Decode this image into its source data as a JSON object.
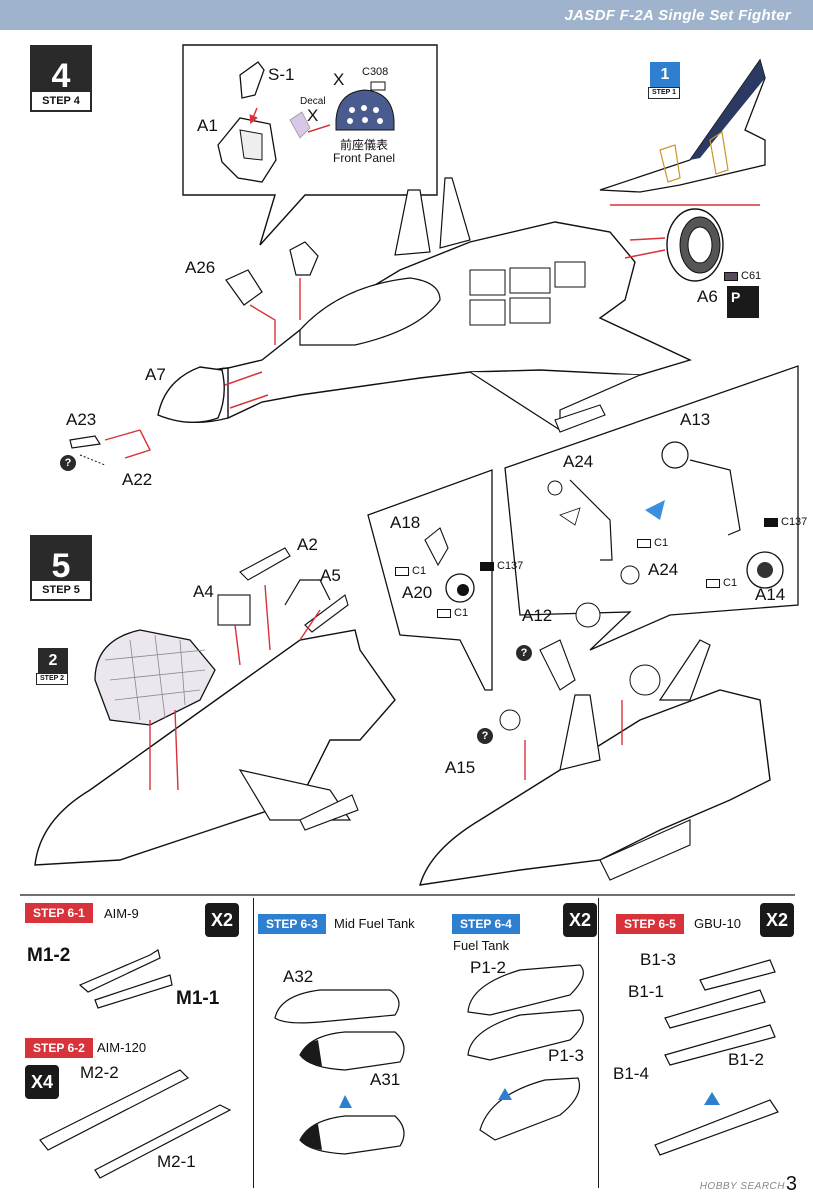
{
  "header": {
    "title": "JASDF F-2A Single Set Fighter"
  },
  "step4": {
    "number": "4",
    "label": "STEP 4",
    "callout": {
      "part_s1": "S-1",
      "part_a1": "A1",
      "decal_label": "Decal",
      "x_mark": "X",
      "decal_code": "C308",
      "panel_jp": "前座儀表",
      "panel_en": "Front Panel"
    },
    "ref_step": {
      "number": "1",
      "label": "STEP 1"
    },
    "parts": {
      "a26": "A26",
      "a7": "A7",
      "a23": "A23",
      "a22": "A22",
      "a6": "A6"
    },
    "color_c61": "C61",
    "paint_icon": "P"
  },
  "step5": {
    "number": "5",
    "label": "STEP 5",
    "ref_step": {
      "number": "2",
      "label": "STEP 2"
    },
    "parts": {
      "a2": "A2",
      "a4": "A4",
      "a5": "A5",
      "a18": "A18",
      "a20": "A20",
      "a24_top": "A24",
      "a24_bottom": "A24",
      "a13": "A13",
      "a14": "A14",
      "a12": "A12",
      "a15": "A15"
    },
    "color_c1": "C1",
    "color_c137": "C137"
  },
  "step6": [
    {
      "tag": "STEP 6-1",
      "title": "AIM-9",
      "qty": "X2",
      "parts": [
        "M1-2",
        "M1-1"
      ]
    },
    {
      "tag": "STEP 6-2",
      "title": "AIM-120",
      "qty": "X4",
      "parts": [
        "M2-2",
        "M2-1"
      ]
    },
    {
      "tag": "STEP 6-3",
      "title": "Mid Fuel Tank",
      "parts": [
        "A32",
        "A31"
      ]
    },
    {
      "tag": "STEP 6-4",
      "title": "Fuel Tank",
      "qty": "X2",
      "parts": [
        "P1-2",
        "P1-3"
      ]
    },
    {
      "tag": "STEP 6-5",
      "title": "GBU-10",
      "qty": "X2",
      "parts": [
        "B1-3",
        "B1-1",
        "B1-4",
        "B1-2"
      ]
    }
  ],
  "footer": {
    "page": "3",
    "watermark": "HOBBY SEARCH"
  },
  "colors": {
    "red": "#d8323a",
    "blue": "#2f7fd0",
    "header": "#9fb3cc",
    "dark": "#2a2a2a"
  }
}
